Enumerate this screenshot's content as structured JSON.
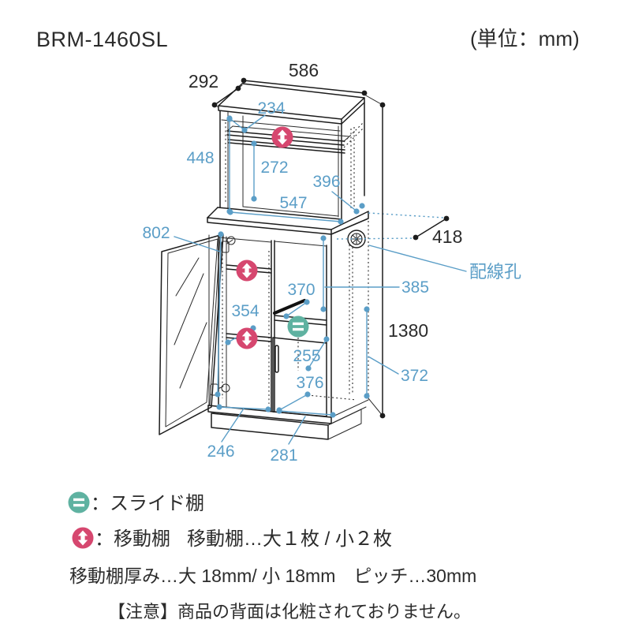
{
  "header": {
    "model": "BRM-1460SL",
    "unit_note": "(単位：mm)"
  },
  "colors": {
    "dimension_blue": "#5b9ec7",
    "movable_shelf_pink": "#d6476f",
    "slide_shelf_teal": "#5fb2a1",
    "line_ink": "#1c1c1c"
  },
  "diagram": {
    "dims_black": {
      "top_width": "586",
      "top_depth": "292",
      "bottom_depth": "418",
      "total_height": "1380"
    },
    "dims_blue": {
      "top_shelf_depth": "234",
      "upper_left_height": "448",
      "upper_opening_height": "272",
      "upper_right_height": "396",
      "upper_inner_width": "547",
      "glass_door_height": "802",
      "niche_height": "385",
      "slide_shelf_width": "370",
      "left_shelf_gap": "354",
      "under_slide_height": "255",
      "bottom_inner_width": "376",
      "lower_right_height": "372",
      "left_door_width": "246",
      "center_door_width": "281"
    },
    "labels": {
      "wiring_hole": "配線孔"
    }
  },
  "legend": {
    "slide": {
      "label": "：スライド棚"
    },
    "movable": {
      "label": "：移動棚",
      "detail": "移動棚…大１枚 / 小２枚"
    },
    "note_thickness": "移動棚厚み…大 18mm/ 小 18mm　ピッチ…30mm",
    "note_caution": "【注意】商品の背面は化粧されておりません。"
  }
}
